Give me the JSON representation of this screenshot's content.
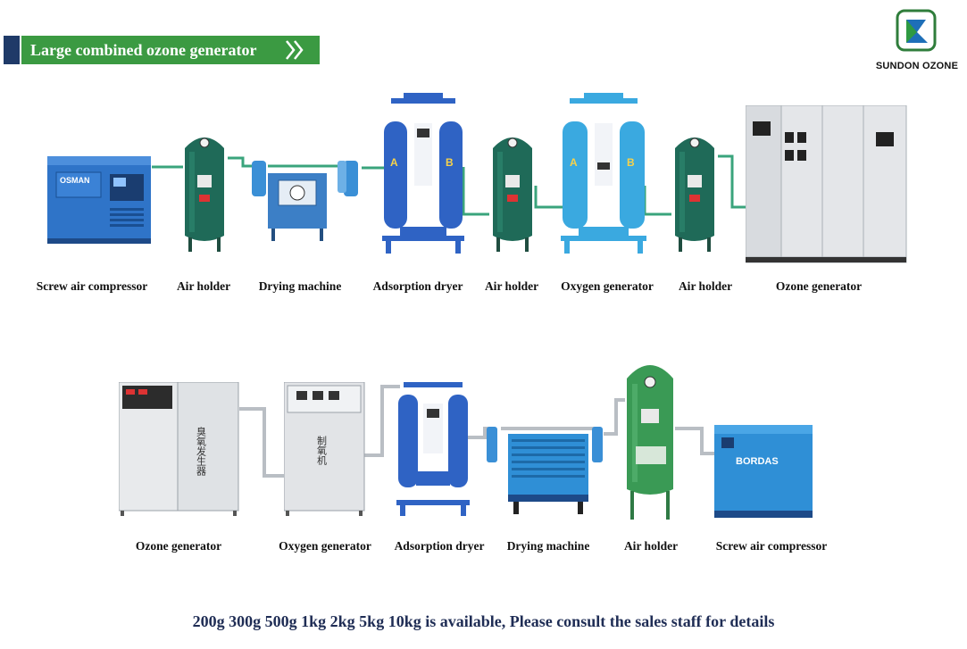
{
  "banner": {
    "title": "Large combined ozone generator"
  },
  "logo": {
    "brand": "SUNDON OZONE"
  },
  "top_row": [
    {
      "label": "Screw air compressor",
      "icon": "screw-air-compressor-icon",
      "brand_text": "OSMAN"
    },
    {
      "label": "Air holder",
      "icon": "air-holder-tank-icon"
    },
    {
      "label": "Drying machine",
      "icon": "drying-machine-icon"
    },
    {
      "label": "Adsorption dryer",
      "icon": "adsorption-dryer-icon",
      "tower_labels": [
        "A",
        "B"
      ]
    },
    {
      "label": "Air holder",
      "icon": "air-holder-tank-icon"
    },
    {
      "label": "Oxygen generator",
      "icon": "oxygen-generator-towers-icon",
      "tower_labels": [
        "A",
        "B"
      ]
    },
    {
      "label": "Air holder",
      "icon": "air-holder-tank-icon"
    },
    {
      "label": "Ozone generator",
      "icon": "ozone-generator-cabinet-icon"
    }
  ],
  "bottom_row": [
    {
      "label": "Ozone generator",
      "icon": "ozone-generator-cabinet-icon",
      "cabinet_text": "臭氧发生器"
    },
    {
      "label": "Oxygen generator",
      "icon": "oxygen-generator-cabinet-icon",
      "cabinet_text": "制氧机"
    },
    {
      "label": "Adsorption dryer",
      "icon": "adsorption-dryer-icon"
    },
    {
      "label": "Drying machine",
      "icon": "drying-machine-icon"
    },
    {
      "label": "Air holder",
      "icon": "air-holder-tank-icon"
    },
    {
      "label": "Screw air compressor",
      "icon": "screw-air-compressor-icon",
      "brand_text": "BORDAS"
    }
  ],
  "footer": {
    "text": "200g 300g 500g 1kg 2kg 5kg 10kg is available, Please consult the sales staff for details"
  },
  "colors": {
    "banner_green": "#3b9a42",
    "banner_navy": "#1f3a68",
    "tank_green": "#1f6a58",
    "dryer_blue": "#2f63c4",
    "oxygen_light_blue": "#3aa9e0",
    "pipe_green": "#3aa47c",
    "pipe_gray": "#b9bec4",
    "footer_text": "#1f2d55"
  }
}
